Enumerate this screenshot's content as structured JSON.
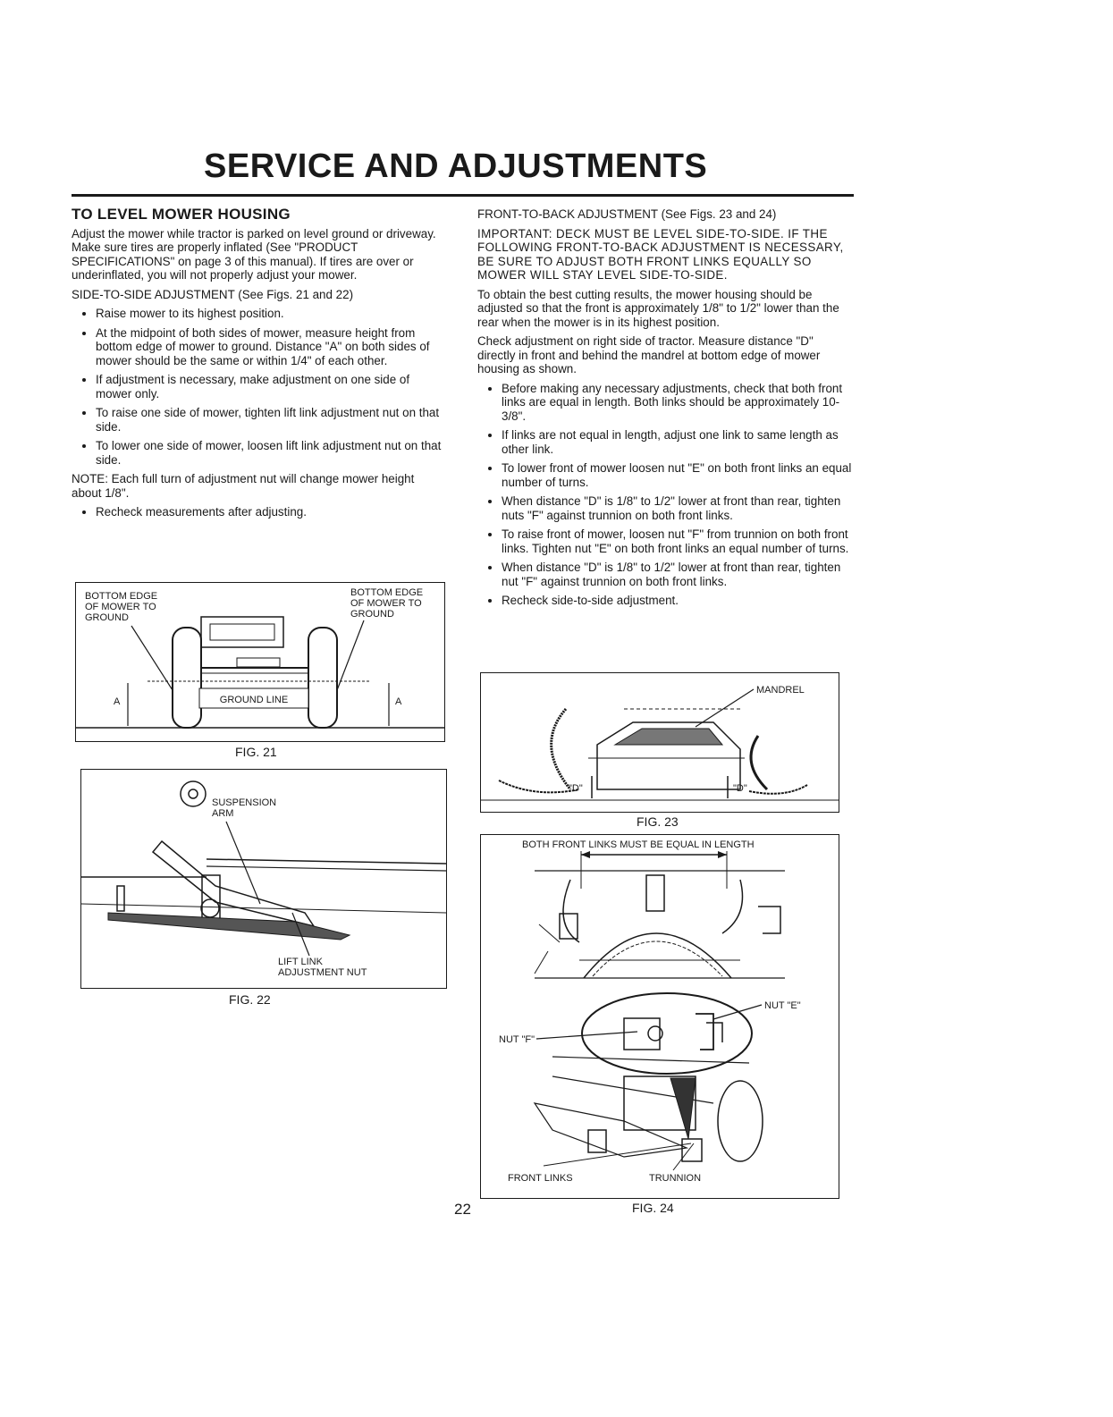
{
  "title": "SERVICE AND ADJUSTMENTS",
  "left": {
    "heading": "TO LEVEL MOWER HOUSING",
    "intro": "Adjust the mower while tractor is parked on level ground or driveway. Make sure tires are properly inflated (See \"PRODUCT SPECIFICATIONS\" on page 3 of this manual). If tires are over or underinflated, you will not properly adjust your mower.",
    "side_heading": "SIDE-TO-SIDE ADJUSTMENT (See Figs. 21 and 22)",
    "bullets": [
      "Raise mower to its highest position.",
      "At the midpoint of both sides of mower, measure height from bottom edge of mower to ground. Distance \"A\" on both sides of mower should be the same or within 1/4\" of each other.",
      "If adjustment is necessary, make adjustment on one side of mower only.",
      "To raise one side of mower, tighten lift link adjustment nut on that side.",
      "To lower one side of mower, loosen lift link adjustment nut on that side."
    ],
    "note": "NOTE: Each full turn of adjustment nut will change mower height about 1/8\".",
    "recheck": "Recheck measurements after adjusting."
  },
  "right": {
    "front_heading": "FRONT-TO-BACK ADJUSTMENT (See Figs. 23 and 24)",
    "important": "IMPORTANT: DECK MUST BE LEVEL SIDE-TO-SIDE. IF THE FOLLOWING FRONT-TO-BACK ADJUSTMENT IS NECESSARY, BE SURE TO ADJUST BOTH FRONT LINKS EQUALLY SO MOWER WILL STAY LEVEL SIDE-TO-SIDE.",
    "para1": "To obtain the best cutting results, the mower housing should be adjusted so that the front is approximately 1/8\" to 1/2\" lower than the rear when the mower is in its highest position.",
    "para2": "Check adjustment on right side of tractor. Measure distance \"D\" directly in front and behind the mandrel at bottom edge of mower housing as shown.",
    "bullets": [
      "Before making any necessary adjustments, check that both front links are equal in length. Both links should be approximately 10-3/8\".",
      "If links are not equal in length, adjust one link to same length as other link.",
      "To lower front of mower loosen nut \"E\" on both front links an equal number of turns.",
      "When distance \"D\" is 1/8\" to 1/2\" lower at front than rear, tighten nuts \"F\" against trunnion on both front links.",
      "To raise front of mower, loosen nut \"F\" from trunnion on both front links. Tighten nut \"E\" on both front links an equal number of turns.",
      "When distance \"D\" is 1/8\" to 1/2\" lower at front than rear, tighten nut \"F\" against trunnion on both front links.",
      "Recheck side-to-side adjustment."
    ]
  },
  "fig21": {
    "caption": "FIG. 21",
    "label_left": [
      "BOTTOM EDGE",
      "OF MOWER TO",
      "GROUND"
    ],
    "label_right": [
      "BOTTOM EDGE",
      "OF MOWER TO",
      "GROUND"
    ],
    "ground_line": "GROUND LINE",
    "a_left": "A",
    "a_right": "A"
  },
  "fig22": {
    "caption": "FIG. 22",
    "label_arm": [
      "SUSPENSION",
      "ARM"
    ],
    "label_nut": [
      "LIFT LINK",
      "ADJUSTMENT NUT"
    ]
  },
  "fig23": {
    "caption": "FIG. 23",
    "label_mandrel": "MANDREL",
    "d_left": "\"D\"",
    "d_right": "\"D\""
  },
  "fig24": {
    "caption": "FIG. 24",
    "label_top": "BOTH FRONT LINKS MUST BE EQUAL IN LENGTH",
    "nut_e": "NUT \"E\"",
    "nut_f": "NUT \"F\"",
    "front_links": "FRONT LINKS",
    "trunnion": "TRUNNION"
  },
  "page_number": "22"
}
